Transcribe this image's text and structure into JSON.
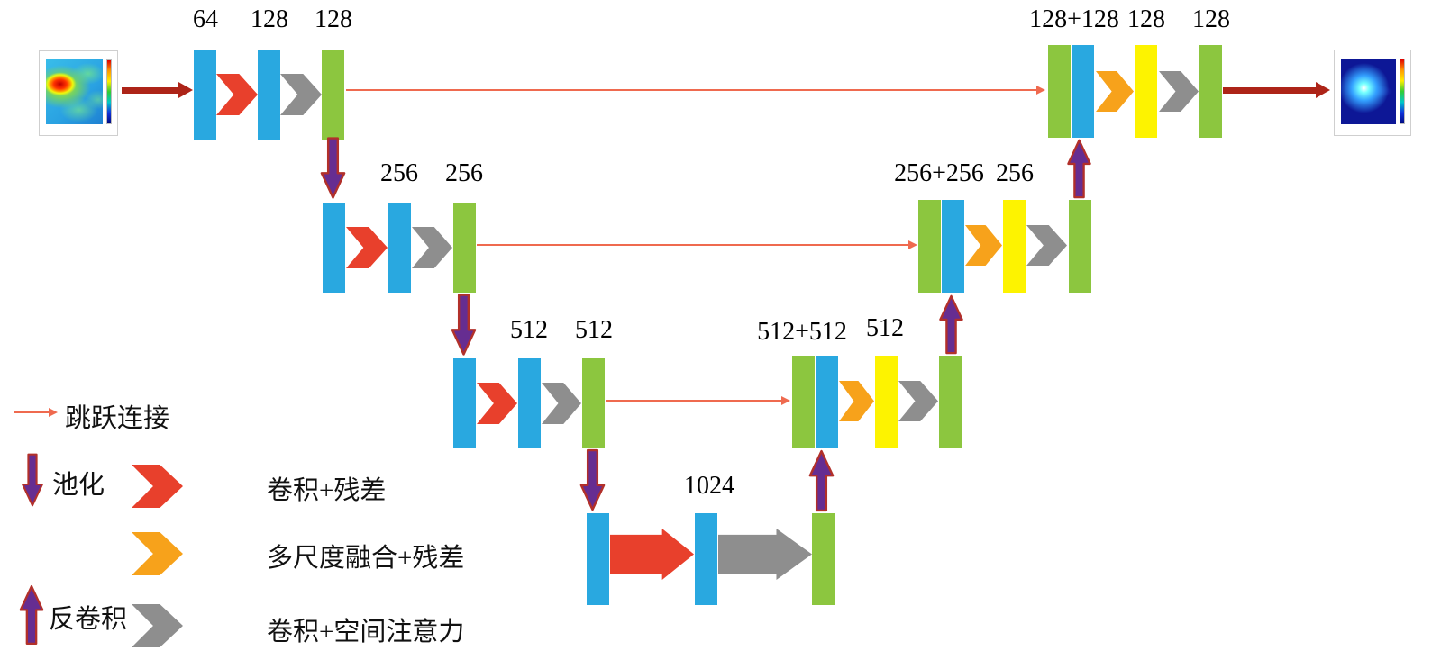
{
  "labels": {
    "enc1": [
      "64",
      "128",
      "128"
    ],
    "enc2": [
      "256",
      "256"
    ],
    "enc3": [
      "512",
      "512"
    ],
    "bottleneck": "1024",
    "dec3": [
      "512+512",
      "512"
    ],
    "dec2": [
      "256+256",
      "256"
    ],
    "dec1": [
      "128+128",
      "128",
      "128"
    ]
  },
  "legend": {
    "skip": "跳跃连接",
    "pool": "池化",
    "conv_residual": "卷积+残差",
    "fusion_residual": "多尺度融合+残差",
    "deconv": "反卷积",
    "conv_attention": "卷积+空间注意力"
  },
  "colors": {
    "c_blue": "#29a8e0",
    "c_green": "#8cc63f",
    "c_yellow": "#fdf300",
    "c_red": "#e8402c",
    "c_orange": "#f7a21b",
    "c_gray": "#8e8e8e",
    "c_purple": "#662d91",
    "c_purple_stroke": "#b2302a",
    "c_skip": "#ef6a4f",
    "c_io": "#ad2418"
  }
}
